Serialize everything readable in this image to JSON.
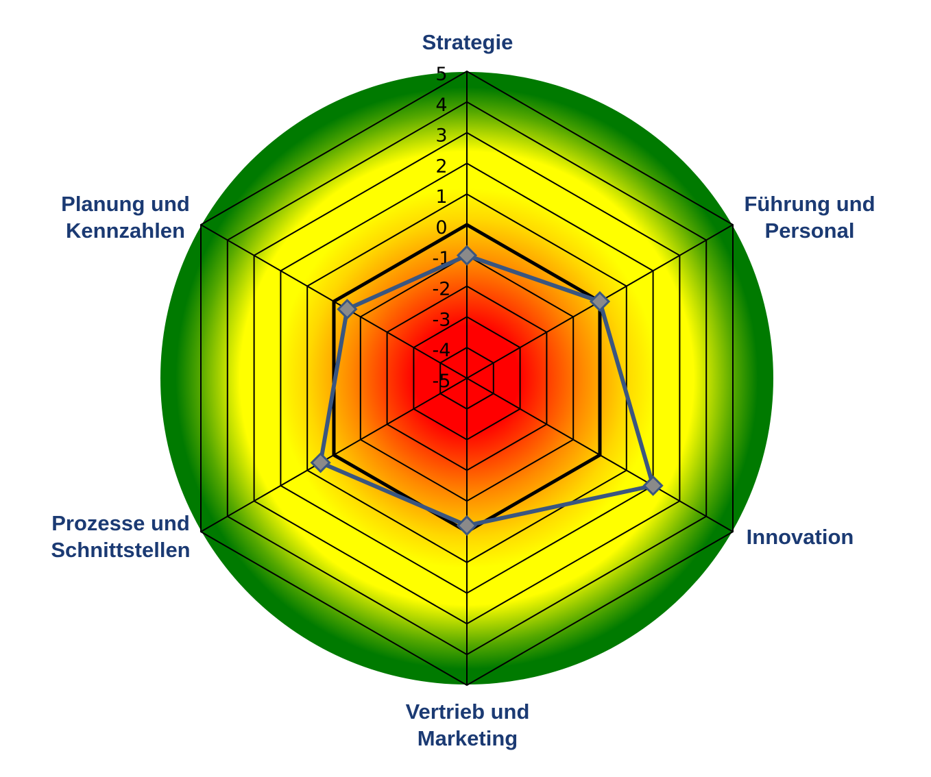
{
  "chart_data": {
    "type": "radar",
    "title": "",
    "categories": [
      [
        "Strategie"
      ],
      [
        "Führung und",
        "Personal"
      ],
      [
        "Innovation"
      ],
      [
        "Vertrieb und",
        "Marketing"
      ],
      [
        "Prozesse und",
        "Schnittstellen"
      ],
      [
        "Planung und",
        "Kennzahlen"
      ]
    ],
    "ticks": [
      "5",
      "4",
      "3",
      "2",
      "1",
      "0",
      "-1",
      "-2",
      "-3",
      "-4",
      "-5"
    ],
    "rmin": -5,
    "rmax": 5,
    "reference_value": 0,
    "series": [
      {
        "values": [
          -1,
          0,
          2,
          -0.2,
          0.5,
          -0.5
        ]
      }
    ],
    "colors": {
      "center": "#ff0000",
      "mid": "#ff8c00",
      "yellow": "#ffff00",
      "outer": "#007a00",
      "series_line": "#3a5680",
      "marker_fill": "#8a8a8a",
      "label": "#1b3a73"
    }
  }
}
